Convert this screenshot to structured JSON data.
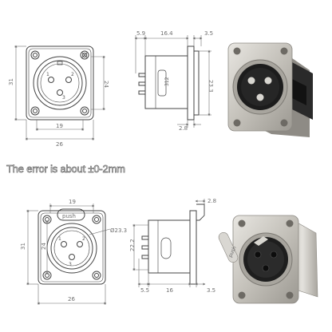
{
  "notice": {
    "text": "The error is about ±0-2mm"
  },
  "male": {
    "front": {
      "height": "31",
      "inner_height": "24",
      "inner_width": "19",
      "width": "26",
      "pin1": "1",
      "pin2": "2",
      "pin3": "3"
    },
    "side": {
      "top_left": "5.9",
      "top_mid": "16.4",
      "top_right": "3.5",
      "right": "23.3",
      "bottom": "2.8",
      "pins": "312"
    }
  },
  "female": {
    "front": {
      "top": "19",
      "height": "31",
      "inner_height": "24",
      "width": "26",
      "diameter": "Ø23.3",
      "push": "push",
      "pin1": "1",
      "pin2": "2",
      "pin3": "3"
    },
    "side": {
      "top_right": "2.8",
      "left": "22.2",
      "bottom_left": "5.5",
      "bottom_mid": "16",
      "bottom_right": "3.5"
    }
  },
  "colors": {
    "line": "#444444",
    "dim": "#6f6f6f",
    "metal": "#c9c6bf",
    "dark": "#1e1e1e"
  }
}
